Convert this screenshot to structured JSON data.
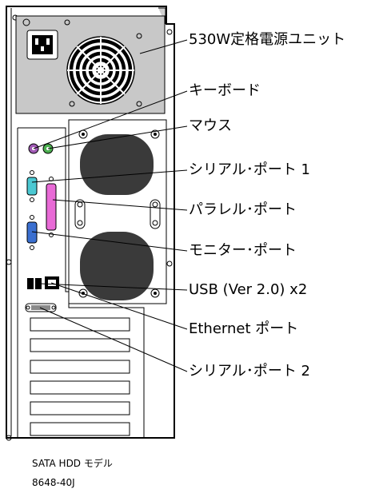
{
  "callouts": {
    "psu": "530W定格電源ユニット",
    "keyboard": "キーボード",
    "mouse": "マウス",
    "serial1": "シリアル･ポート 1",
    "parallel": "パラレル･ポート",
    "monitor": "モニター･ポート",
    "usb": "USB (Ver 2.0) x2",
    "ethernet": "Ethernet ポート",
    "serial2": "シリアル･ポート 2"
  },
  "caption": {
    "model": "SATA HDD モデル",
    "code": "8648-40J"
  },
  "colors": {
    "psu_panel": "#c8c8c8",
    "fan_blades": "#000000",
    "fan_blocks": "#3a3a3a",
    "keyboard_port": "#a05ab4",
    "mouse_port": "#4caf50",
    "serial_port": "#4bc8d2",
    "parallel_port": "#e86ad6",
    "monitor_port": "#3a6fd0"
  }
}
